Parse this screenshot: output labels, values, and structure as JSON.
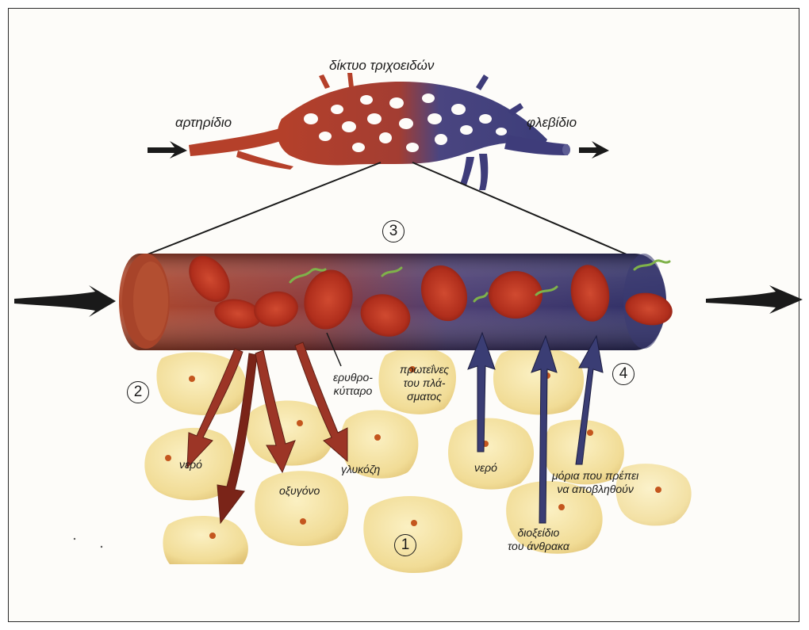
{
  "labels": {
    "capillary_network": "δίκτυο τριχοειδών",
    "arteriole": "αρτηρίδιο",
    "venule": "φλεβίδιο",
    "red_blood_cell": [
      "ερυθρο-",
      "κύτταρο"
    ],
    "plasma_proteins": [
      "πρωτεΐνες",
      "του πλά-",
      "σματος"
    ],
    "water_out": "νερό",
    "oxygen": "οξυγόνο",
    "glucose": "γλυκόζη",
    "water_in": "νερό",
    "carbon_dioxide": [
      "διοξείδιο",
      "του άνθρακα"
    ],
    "waste": [
      "μόρια που πρέπει",
      "να αποβληθούν"
    ]
  },
  "markers": {
    "m1": "1",
    "m2": "2",
    "m3": "3",
    "m4": "4"
  },
  "colors": {
    "arterial_red": "#b5402a",
    "venous_blue": "#3e3c7a",
    "tissue_cell": "#f3e2a0",
    "nucleus": "#c4561e",
    "red_cell": "#b8321f",
    "arrow_dark": "#1a1a1a"
  }
}
